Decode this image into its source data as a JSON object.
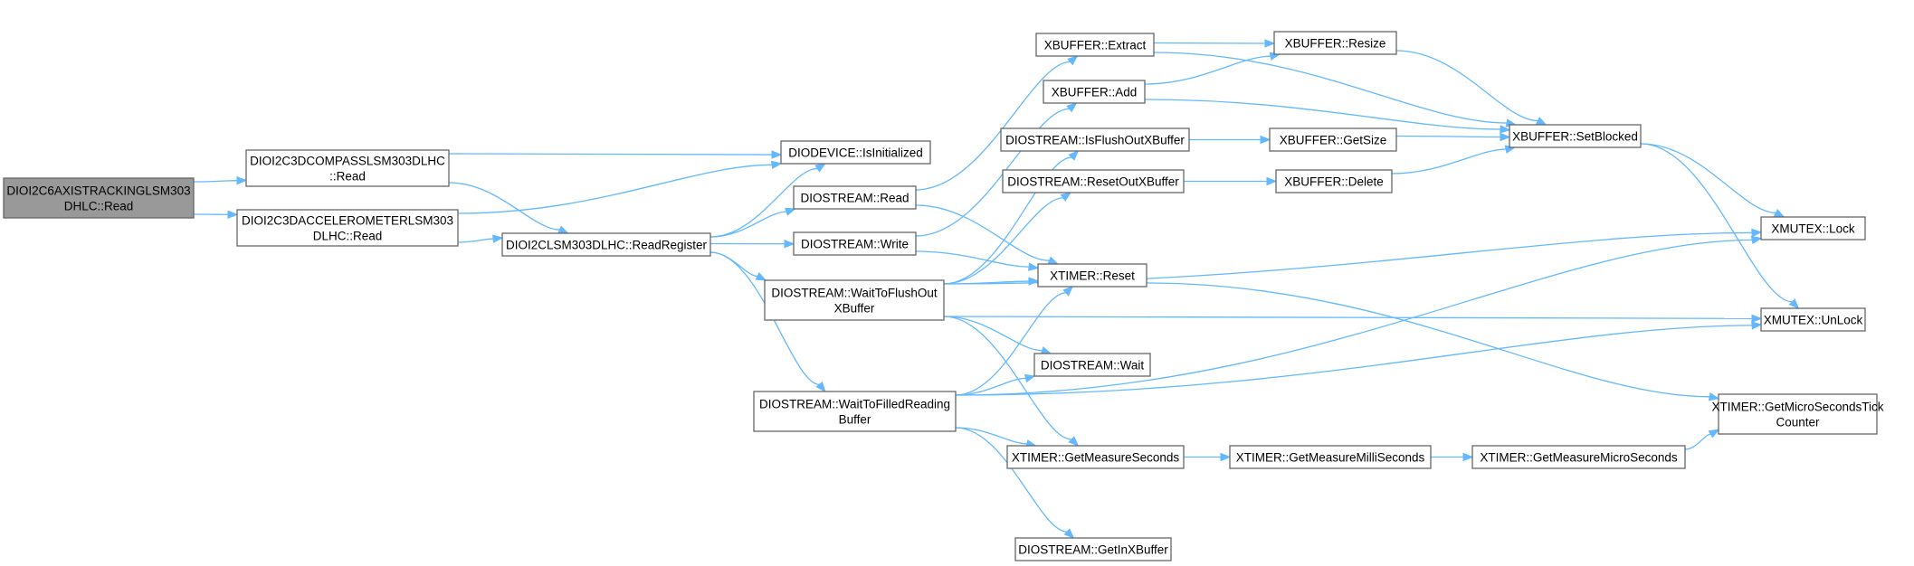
{
  "graph": {
    "colors": {
      "edge": "#63b8ff",
      "node_border": "#666666",
      "root_fill": "#999999",
      "node_fill": "#ffffff"
    },
    "nodes": [
      {
        "id": "root",
        "lines": [
          "DIOI2C6AXISTRACKINGLSM303",
          "DHLC::Read"
        ],
        "root": true
      },
      {
        "id": "compass",
        "lines": [
          "DIOI2C3DCOMPASSLSM303DLHC",
          "::Read"
        ]
      },
      {
        "id": "accel",
        "lines": [
          "DIOI2C3DACCELEROMETERLSM303",
          "DLHC::Read"
        ]
      },
      {
        "id": "readreg",
        "lines": [
          "DIOI2CLSM303DLHC::ReadRegister"
        ]
      },
      {
        "id": "isinit",
        "lines": [
          "DIODEVICE::IsInitialized"
        ]
      },
      {
        "id": "sread",
        "lines": [
          "DIOSTREAM::Read"
        ]
      },
      {
        "id": "swrite",
        "lines": [
          "DIOSTREAM::Write"
        ]
      },
      {
        "id": "wflush",
        "lines": [
          "DIOSTREAM::WaitToFlushOut",
          "XBuffer"
        ]
      },
      {
        "id": "wfilled",
        "lines": [
          "DIOSTREAM::WaitToFilledReading",
          "Buffer"
        ]
      },
      {
        "id": "extract",
        "lines": [
          "XBUFFER::Extract"
        ]
      },
      {
        "id": "add",
        "lines": [
          "XBUFFER::Add"
        ]
      },
      {
        "id": "isflush",
        "lines": [
          "DIOSTREAM::IsFlushOutXBuffer"
        ]
      },
      {
        "id": "resetout",
        "lines": [
          "DIOSTREAM::ResetOutXBuffer"
        ]
      },
      {
        "id": "treset",
        "lines": [
          "XTIMER::Reset"
        ]
      },
      {
        "id": "swait",
        "lines": [
          "DIOSTREAM::Wait"
        ]
      },
      {
        "id": "gms",
        "lines": [
          "XTIMER::GetMeasureSeconds"
        ]
      },
      {
        "id": "getin",
        "lines": [
          "DIOSTREAM::GetInXBuffer"
        ]
      },
      {
        "id": "resize",
        "lines": [
          "XBUFFER::Resize"
        ]
      },
      {
        "id": "getsize",
        "lines": [
          "XBUFFER::GetSize"
        ]
      },
      {
        "id": "delete",
        "lines": [
          "XBUFFER::Delete"
        ]
      },
      {
        "id": "gmms",
        "lines": [
          "XTIMER::GetMeasureMilliSeconds"
        ]
      },
      {
        "id": "setblk",
        "lines": [
          "XBUFFER::SetBlocked"
        ]
      },
      {
        "id": "gmus",
        "lines": [
          "XTIMER::GetMeasureMicroSeconds"
        ]
      },
      {
        "id": "lock",
        "lines": [
          "XMUTEX::Lock"
        ]
      },
      {
        "id": "unlock",
        "lines": [
          "XMUTEX::UnLock"
        ]
      },
      {
        "id": "tick",
        "lines": [
          "XTIMER::GetMicroSecondsTick",
          "Counter"
        ]
      }
    ],
    "edges": [
      [
        "root",
        "compass"
      ],
      [
        "root",
        "accel"
      ],
      [
        "compass",
        "isinit"
      ],
      [
        "compass",
        "readreg"
      ],
      [
        "accel",
        "isinit"
      ],
      [
        "accel",
        "readreg"
      ],
      [
        "readreg",
        "isinit"
      ],
      [
        "readreg",
        "sread"
      ],
      [
        "readreg",
        "swrite"
      ],
      [
        "readreg",
        "wflush"
      ],
      [
        "readreg",
        "wfilled"
      ],
      [
        "sread",
        "extract"
      ],
      [
        "sread",
        "treset"
      ],
      [
        "swrite",
        "add"
      ],
      [
        "swrite",
        "treset"
      ],
      [
        "wflush",
        "isflush"
      ],
      [
        "wflush",
        "resetout"
      ],
      [
        "wflush",
        "treset"
      ],
      [
        "wflush",
        "lock"
      ],
      [
        "wflush",
        "unlock"
      ],
      [
        "wflush",
        "swait"
      ],
      [
        "wflush",
        "gms"
      ],
      [
        "wfilled",
        "treset"
      ],
      [
        "wfilled",
        "swait"
      ],
      [
        "wfilled",
        "gms"
      ],
      [
        "wfilled",
        "getin"
      ],
      [
        "wfilled",
        "lock"
      ],
      [
        "wfilled",
        "unlock"
      ],
      [
        "extract",
        "resize"
      ],
      [
        "extract",
        "setblk"
      ],
      [
        "add",
        "resize"
      ],
      [
        "add",
        "setblk"
      ],
      [
        "isflush",
        "getsize"
      ],
      [
        "resetout",
        "delete"
      ],
      [
        "resize",
        "setblk"
      ],
      [
        "getsize",
        "setblk"
      ],
      [
        "delete",
        "setblk"
      ],
      [
        "setblk",
        "lock"
      ],
      [
        "setblk",
        "unlock"
      ],
      [
        "treset",
        "tick"
      ],
      [
        "gms",
        "gmms"
      ],
      [
        "gmms",
        "gmus"
      ],
      [
        "gmus",
        "tick"
      ]
    ]
  }
}
